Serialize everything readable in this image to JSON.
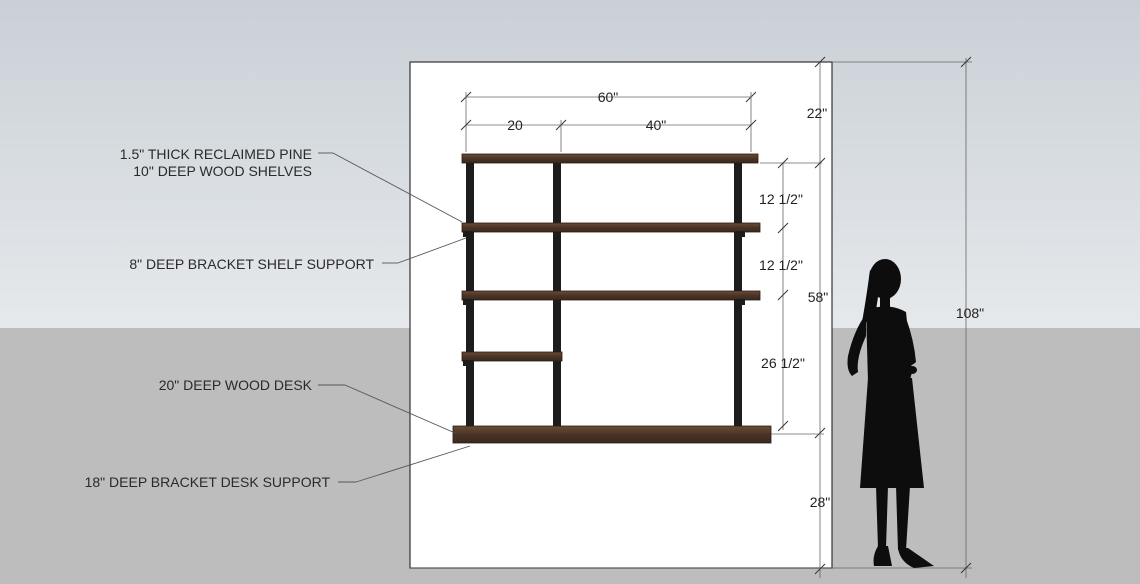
{
  "annotations": {
    "shelves_line1": "1.5\" THICK RECLAIMED PINE",
    "shelves_line2": "10\" DEEP WOOD SHELVES",
    "bracket_shelf": "8\" DEEP BRACKET SHELF SUPPORT",
    "desk": "20\" DEEP WOOD DESK",
    "bracket_desk": "18\" DEEP BRACKET DESK SUPPORT"
  },
  "dimensions": {
    "total_width": "60\"",
    "left_section": "20",
    "right_section": "40\"",
    "top_gap": "22\"",
    "shelf_spacing_1": "12 1/2\"",
    "shelf_spacing_2": "12 1/2\"",
    "shelf_to_desk": "26 1/2\"",
    "shelf_total": "58\"",
    "desk_height": "28\"",
    "wall_height": "108\""
  },
  "colors": {
    "sky_top": "#c9d0d6",
    "sky_bottom": "#e6e9ec",
    "ground": "#bdbdbd",
    "wall": "#ffffff",
    "wood": "#4a3426",
    "wood_light": "#6b4c37",
    "pipe": "#1c1c1c",
    "silhouette": "#0d0d0d"
  }
}
